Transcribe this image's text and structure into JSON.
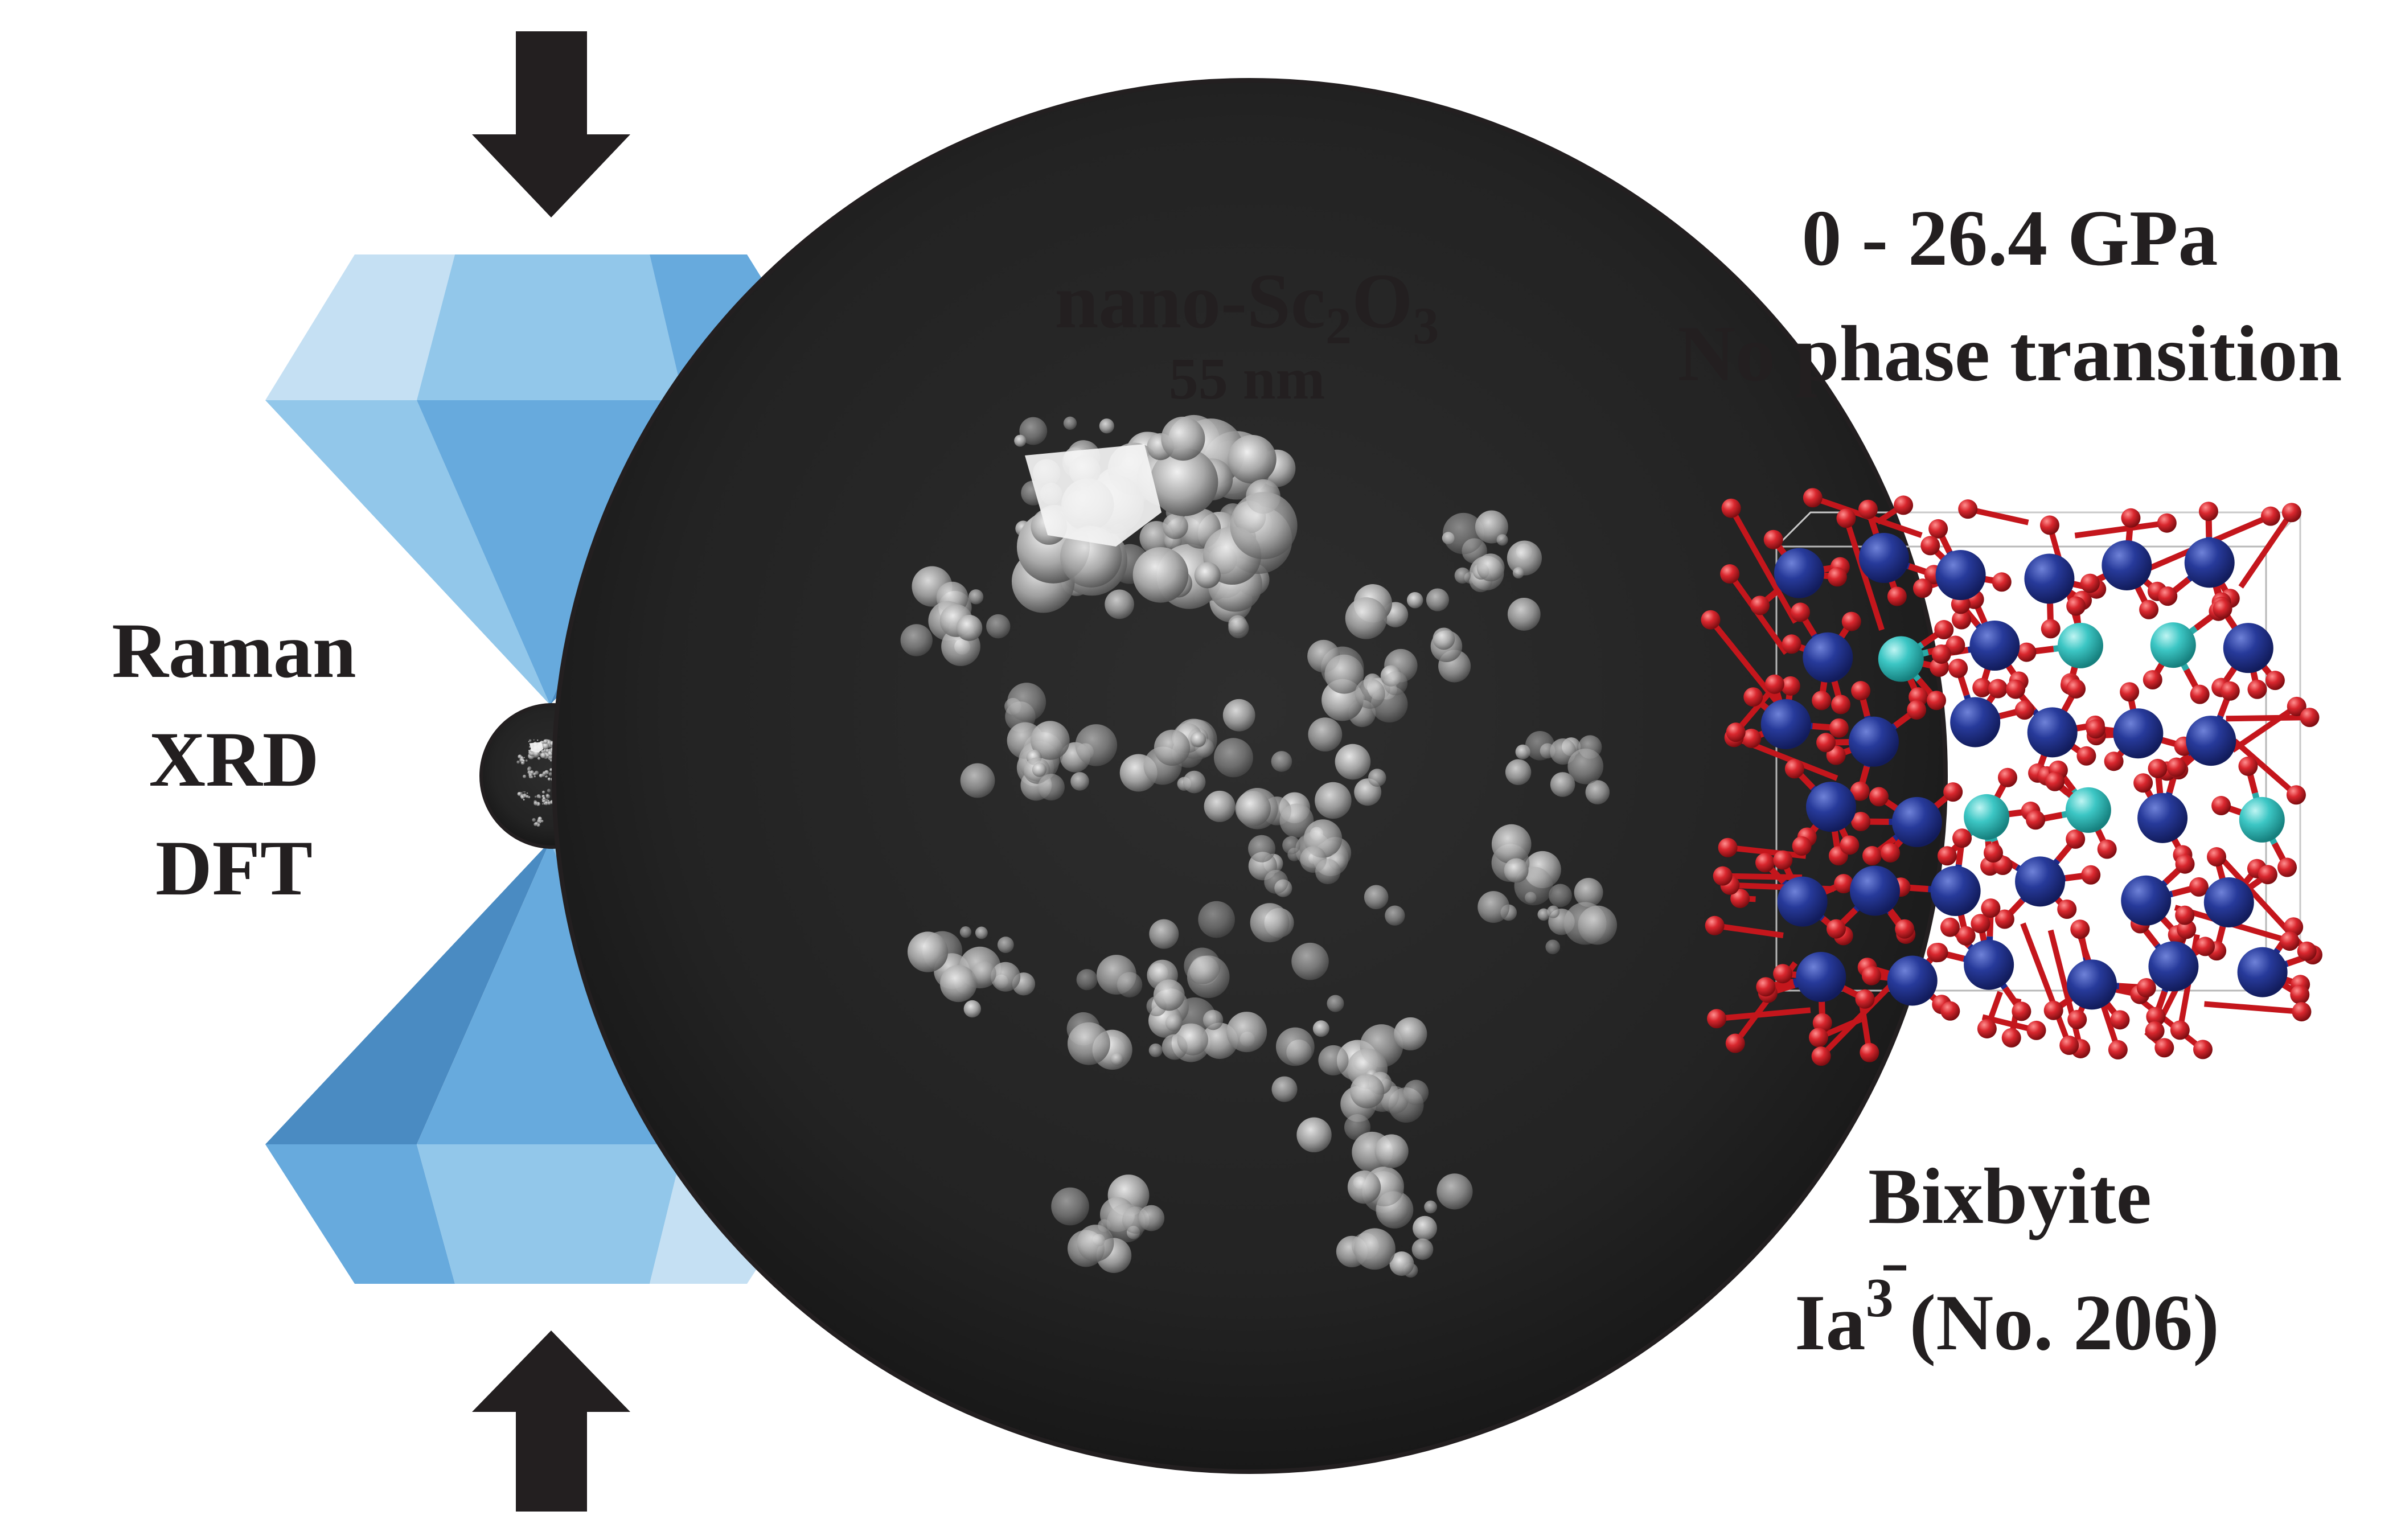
{
  "techniques": [
    "Raman",
    "XRD",
    "DFT"
  ],
  "sample": {
    "name_prefix": "nano-Sc",
    "sub_2": "2",
    "name_mid": "O",
    "sub_3": "3",
    "size": "55 nm"
  },
  "result": {
    "pressure_range": "0 - 26.4 GPa",
    "outcome": "No phase transition"
  },
  "structure": {
    "name": "Bixbyite",
    "space_group_prefix": "Ia",
    "space_group_bar_digit": "3",
    "space_group_number": "(No. 206)"
  },
  "colors": {
    "diamond_light": "#c5e0f3",
    "diamond_mid": "#92c7ea",
    "diamond_main": "#67aadd",
    "diamond_dark": "#4a8bc2",
    "arrow": "#231f20",
    "atom_metal": "#273a9a",
    "atom_metal_site2": "#3cc6c4",
    "atom_oxygen": "#d9272e",
    "bond_metal": "#1d2a8c",
    "bond_oxygen": "#c4161c"
  },
  "icons": [
    "arrow-down-icon",
    "arrow-up-icon",
    "diamond-anvil-icon",
    "magnifier-lens-icon",
    "crystal-structure-icon"
  ]
}
